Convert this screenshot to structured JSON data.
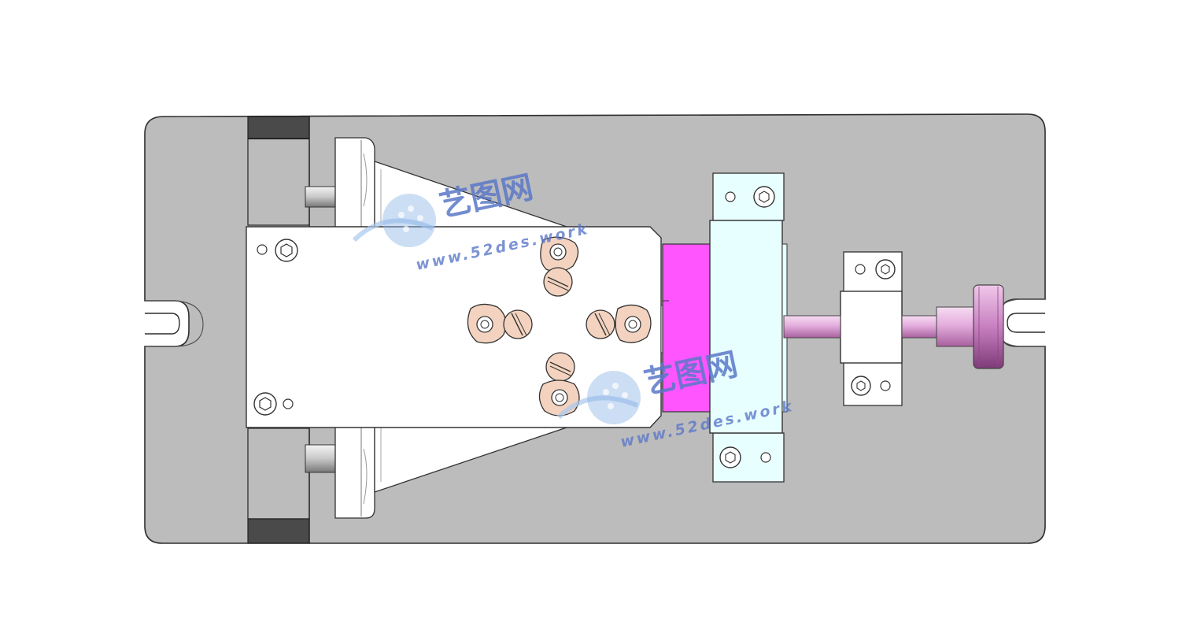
{
  "colors": {
    "background": "#ffffff",
    "base_plate": "#bcbcbc",
    "outline": "#3a3a3a",
    "part_white": "#ffffff",
    "end_blocks": "#4a4a4a",
    "cam_washers": "#f3d3bf",
    "magenta_block": "#ff55ff",
    "slider_block": "#e8ffff",
    "rod": "#e6b0e0",
    "knob": "#c880c0",
    "watermark": "#5b78c8"
  },
  "watermarks": [
    {
      "name": "艺图网",
      "url": "www.52des.work"
    },
    {
      "name": "艺图网",
      "url": "www.52des.work"
    }
  ]
}
